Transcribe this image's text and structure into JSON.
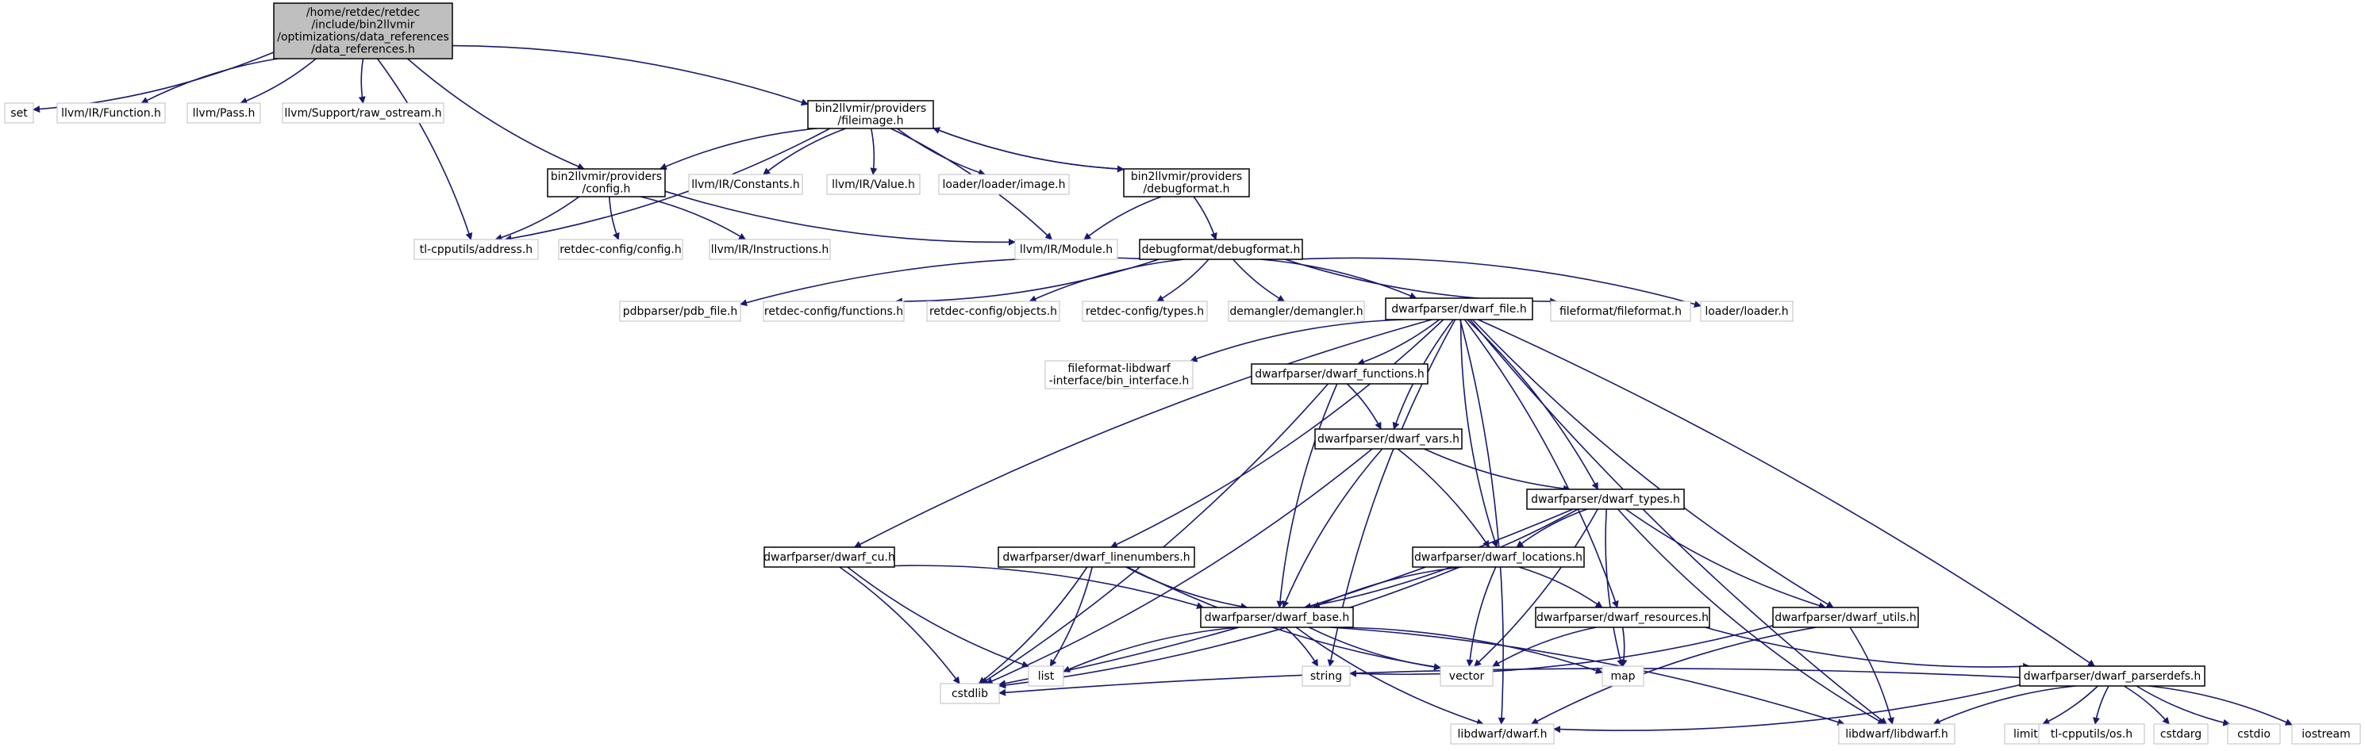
{
  "colors": {
    "edge": "#191970",
    "root_fill": "#bfbfbf",
    "documented_border": "#000000",
    "undocumented_border": "#bfbfbf",
    "background": "#ffffff"
  },
  "nodes": [
    {
      "id": "root",
      "lines": [
        "/home/retdec/retdec",
        "/include/bin2llvmir",
        "/optimizations/data_references",
        "/data_references.h"
      ],
      "kind": "root"
    },
    {
      "id": "set",
      "lines": [
        "set"
      ],
      "kind": "external"
    },
    {
      "id": "function_h",
      "lines": [
        "llvm/IR/Function.h"
      ],
      "kind": "external"
    },
    {
      "id": "pass_h",
      "lines": [
        "llvm/Pass.h"
      ],
      "kind": "external"
    },
    {
      "id": "raw_ostream_h",
      "lines": [
        "llvm/Support/raw_ostream.h"
      ],
      "kind": "external"
    },
    {
      "id": "fileimage_h",
      "lines": [
        "bin2llvmir/providers",
        "/fileimage.h"
      ],
      "kind": "documented"
    },
    {
      "id": "config_h",
      "lines": [
        "bin2llvmir/providers",
        "/config.h"
      ],
      "kind": "documented"
    },
    {
      "id": "constants_h",
      "lines": [
        "llvm/IR/Constants.h"
      ],
      "kind": "external"
    },
    {
      "id": "value_h",
      "lines": [
        "llvm/IR/Value.h"
      ],
      "kind": "external"
    },
    {
      "id": "loader_image_h",
      "lines": [
        "loader/loader/image.h"
      ],
      "kind": "external"
    },
    {
      "id": "debugformat_prov_h",
      "lines": [
        "bin2llvmir/providers",
        "/debugformat.h"
      ],
      "kind": "documented"
    },
    {
      "id": "address_h",
      "lines": [
        "tl-cpputils/address.h"
      ],
      "kind": "external"
    },
    {
      "id": "retdec_config_h",
      "lines": [
        "retdec-config/config.h"
      ],
      "kind": "external"
    },
    {
      "id": "instructions_h",
      "lines": [
        "llvm/IR/Instructions.h"
      ],
      "kind": "external"
    },
    {
      "id": "module_h",
      "lines": [
        "llvm/IR/Module.h"
      ],
      "kind": "external"
    },
    {
      "id": "debugformat_h",
      "lines": [
        "debugformat/debugformat.h"
      ],
      "kind": "documented"
    },
    {
      "id": "pdb_file_h",
      "lines": [
        "pdbparser/pdb_file.h"
      ],
      "kind": "external"
    },
    {
      "id": "functions_h",
      "lines": [
        "retdec-config/functions.h"
      ],
      "kind": "external"
    },
    {
      "id": "objects_h",
      "lines": [
        "retdec-config/objects.h"
      ],
      "kind": "external"
    },
    {
      "id": "types_cfg_h",
      "lines": [
        "retdec-config/types.h"
      ],
      "kind": "external"
    },
    {
      "id": "demangler_h",
      "lines": [
        "demangler/demangler.h"
      ],
      "kind": "external"
    },
    {
      "id": "dwarf_file_h",
      "lines": [
        "dwarfparser/dwarf_file.h"
      ],
      "kind": "documented"
    },
    {
      "id": "fileformat_h",
      "lines": [
        "fileformat/fileformat.h"
      ],
      "kind": "external"
    },
    {
      "id": "loader_h",
      "lines": [
        "loader/loader.h"
      ],
      "kind": "external"
    },
    {
      "id": "bin_interface_h",
      "lines": [
        "fileformat-libdwarf",
        "-interface/bin_interface.h"
      ],
      "kind": "external"
    },
    {
      "id": "dwarf_functions_h",
      "lines": [
        "dwarfparser/dwarf_functions.h"
      ],
      "kind": "documented"
    },
    {
      "id": "dwarf_vars_h",
      "lines": [
        "dwarfparser/dwarf_vars.h"
      ],
      "kind": "documented"
    },
    {
      "id": "dwarf_types_h",
      "lines": [
        "dwarfparser/dwarf_types.h"
      ],
      "kind": "documented"
    },
    {
      "id": "dwarf_cu_h",
      "lines": [
        "dwarfparser/dwarf_cu.h"
      ],
      "kind": "documented"
    },
    {
      "id": "dwarf_linenumbers_h",
      "lines": [
        "dwarfparser/dwarf_linenumbers.h"
      ],
      "kind": "documented"
    },
    {
      "id": "dwarf_locations_h",
      "lines": [
        "dwarfparser/dwarf_locations.h"
      ],
      "kind": "documented"
    },
    {
      "id": "dwarf_base_h",
      "lines": [
        "dwarfparser/dwarf_base.h"
      ],
      "kind": "documented"
    },
    {
      "id": "dwarf_resources_h",
      "lines": [
        "dwarfparser/dwarf_resources.h"
      ],
      "kind": "documented"
    },
    {
      "id": "dwarf_utils_h",
      "lines": [
        "dwarfparser/dwarf_utils.h"
      ],
      "kind": "documented"
    },
    {
      "id": "dwarf_parserdefs_h",
      "lines": [
        "dwarfparser/dwarf_parserdefs.h"
      ],
      "kind": "documented"
    },
    {
      "id": "list",
      "lines": [
        "list"
      ],
      "kind": "external"
    },
    {
      "id": "string",
      "lines": [
        "string"
      ],
      "kind": "external"
    },
    {
      "id": "vector",
      "lines": [
        "vector"
      ],
      "kind": "external"
    },
    {
      "id": "map",
      "lines": [
        "map"
      ],
      "kind": "external"
    },
    {
      "id": "cstdlib",
      "lines": [
        "cstdlib"
      ],
      "kind": "external"
    },
    {
      "id": "libdwarf_dwarf_h",
      "lines": [
        "libdwarf/dwarf.h"
      ],
      "kind": "external"
    },
    {
      "id": "libdwarf_libdwarf_h",
      "lines": [
        "libdwarf/libdwarf.h"
      ],
      "kind": "external"
    },
    {
      "id": "limits",
      "lines": [
        "limits"
      ],
      "kind": "external"
    },
    {
      "id": "os_h",
      "lines": [
        "tl-cpputils/os.h"
      ],
      "kind": "external"
    },
    {
      "id": "cstdarg",
      "lines": [
        "cstdarg"
      ],
      "kind": "external"
    },
    {
      "id": "cstdio",
      "lines": [
        "cstdio"
      ],
      "kind": "external"
    },
    {
      "id": "iostream",
      "lines": [
        "iostream"
      ],
      "kind": "external"
    }
  ],
  "edges": [
    [
      "root",
      "set"
    ],
    [
      "root",
      "function_h"
    ],
    [
      "root",
      "pass_h"
    ],
    [
      "root",
      "raw_ostream_h"
    ],
    [
      "root",
      "fileimage_h"
    ],
    [
      "root",
      "config_h"
    ],
    [
      "root",
      "address_h"
    ],
    [
      "fileimage_h",
      "config_h"
    ],
    [
      "fileimage_h",
      "address_h"
    ],
    [
      "fileimage_h",
      "constants_h"
    ],
    [
      "fileimage_h",
      "value_h"
    ],
    [
      "fileimage_h",
      "loader_image_h"
    ],
    [
      "fileimage_h",
      "module_h"
    ],
    [
      "fileimage_h",
      "debugformat_prov_h"
    ],
    [
      "config_h",
      "address_h"
    ],
    [
      "config_h",
      "retdec_config_h"
    ],
    [
      "config_h",
      "instructions_h"
    ],
    [
      "config_h",
      "module_h"
    ],
    [
      "debugformat_prov_h",
      "fileimage_h"
    ],
    [
      "debugformat_prov_h",
      "module_h"
    ],
    [
      "debugformat_prov_h",
      "debugformat_h"
    ],
    [
      "debugformat_h",
      "pdb_file_h"
    ],
    [
      "debugformat_h",
      "functions_h"
    ],
    [
      "debugformat_h",
      "objects_h"
    ],
    [
      "debugformat_h",
      "types_cfg_h"
    ],
    [
      "debugformat_h",
      "demangler_h"
    ],
    [
      "debugformat_h",
      "dwarf_file_h"
    ],
    [
      "debugformat_h",
      "fileformat_h"
    ],
    [
      "debugformat_h",
      "loader_h"
    ],
    [
      "dwarf_file_h",
      "bin_interface_h"
    ],
    [
      "dwarf_file_h",
      "dwarf_functions_h"
    ],
    [
      "dwarf_file_h",
      "dwarf_vars_h"
    ],
    [
      "dwarf_file_h",
      "dwarf_types_h"
    ],
    [
      "dwarf_file_h",
      "dwarf_cu_h"
    ],
    [
      "dwarf_file_h",
      "dwarf_linenumbers_h"
    ],
    [
      "dwarf_file_h",
      "dwarf_locations_h"
    ],
    [
      "dwarf_file_h",
      "dwarf_resources_h"
    ],
    [
      "dwarf_file_h",
      "dwarf_utils_h"
    ],
    [
      "dwarf_file_h",
      "dwarf_parserdefs_h"
    ],
    [
      "dwarf_file_h",
      "string"
    ],
    [
      "dwarf_file_h",
      "libdwarf_dwarf_h"
    ],
    [
      "dwarf_file_h",
      "libdwarf_libdwarf_h"
    ],
    [
      "dwarf_functions_h",
      "dwarf_vars_h"
    ],
    [
      "dwarf_functions_h",
      "dwarf_base_h"
    ],
    [
      "dwarf_functions_h",
      "cstdlib"
    ],
    [
      "dwarf_vars_h",
      "dwarf_types_h"
    ],
    [
      "dwarf_vars_h",
      "dwarf_locations_h"
    ],
    [
      "dwarf_vars_h",
      "dwarf_base_h"
    ],
    [
      "dwarf_vars_h",
      "cstdlib"
    ],
    [
      "dwarf_types_h",
      "dwarf_locations_h"
    ],
    [
      "dwarf_types_h",
      "dwarf_base_h"
    ],
    [
      "dwarf_types_h",
      "dwarf_utils_h"
    ],
    [
      "dwarf_types_h",
      "vector"
    ],
    [
      "dwarf_types_h",
      "map"
    ],
    [
      "dwarf_types_h",
      "cstdlib"
    ],
    [
      "dwarf_types_h",
      "libdwarf_libdwarf_h"
    ],
    [
      "dwarf_cu_h",
      "dwarf_base_h"
    ],
    [
      "dwarf_cu_h",
      "list"
    ],
    [
      "dwarf_cu_h",
      "cstdlib"
    ],
    [
      "dwarf_linenumbers_h",
      "dwarf_base_h"
    ],
    [
      "dwarf_linenumbers_h",
      "list"
    ],
    [
      "dwarf_linenumbers_h",
      "vector"
    ],
    [
      "dwarf_linenumbers_h",
      "cstdlib"
    ],
    [
      "dwarf_locations_h",
      "dwarf_base_h"
    ],
    [
      "dwarf_locations_h",
      "dwarf_resources_h"
    ],
    [
      "dwarf_locations_h",
      "vector"
    ],
    [
      "dwarf_locations_h",
      "cstdlib"
    ],
    [
      "dwarf_base_h",
      "list"
    ],
    [
      "dwarf_base_h",
      "string"
    ],
    [
      "dwarf_base_h",
      "vector"
    ],
    [
      "dwarf_base_h",
      "map"
    ],
    [
      "dwarf_base_h",
      "libdwarf_dwarf_h"
    ],
    [
      "dwarf_base_h",
      "libdwarf_libdwarf_h"
    ],
    [
      "dwarf_resources_h",
      "vector"
    ],
    [
      "dwarf_resources_h",
      "map"
    ],
    [
      "dwarf_resources_h",
      "dwarf_parserdefs_h"
    ],
    [
      "dwarf_utils_h",
      "string"
    ],
    [
      "dwarf_utils_h",
      "libdwarf_dwarf_h"
    ],
    [
      "dwarf_utils_h",
      "libdwarf_libdwarf_h"
    ],
    [
      "dwarf_parserdefs_h",
      "cstdlib"
    ],
    [
      "dwarf_parserdefs_h",
      "libdwarf_dwarf_h"
    ],
    [
      "dwarf_parserdefs_h",
      "libdwarf_libdwarf_h"
    ],
    [
      "dwarf_parserdefs_h",
      "limits"
    ],
    [
      "dwarf_parserdefs_h",
      "os_h"
    ],
    [
      "dwarf_parserdefs_h",
      "cstdarg"
    ],
    [
      "dwarf_parserdefs_h",
      "cstdio"
    ],
    [
      "dwarf_parserdefs_h",
      "iostream"
    ]
  ]
}
